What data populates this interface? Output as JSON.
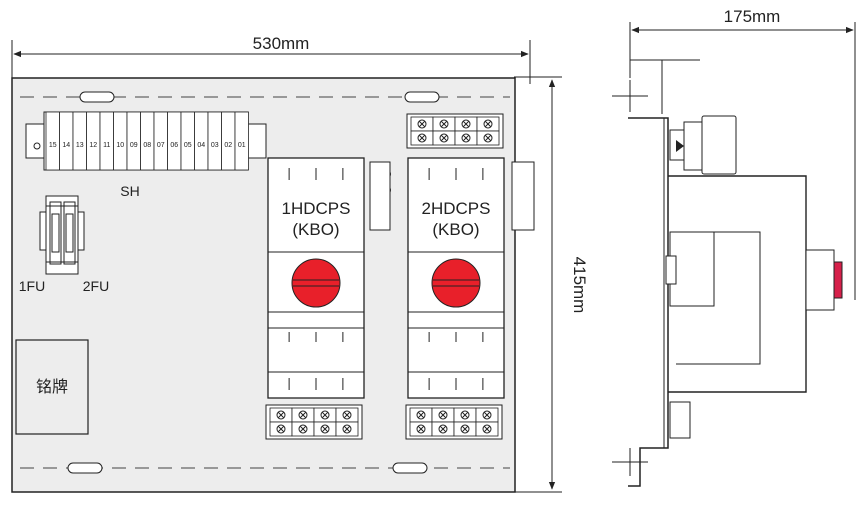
{
  "dimensions": {
    "width_front": "530mm",
    "height": "415mm",
    "depth_side": "175mm"
  },
  "front_view": {
    "terminal_strip_label": "SH",
    "terminal_numbers": [
      "15",
      "14",
      "13",
      "12",
      "11",
      "10",
      "09",
      "08",
      "07",
      "06",
      "05",
      "04",
      "03",
      "02",
      "01"
    ],
    "fuse_labels": [
      "1FU",
      "2FU"
    ],
    "nameplate_label": "铭牌",
    "units": [
      {
        "name": "1HDCPS",
        "sub": "(KBO)",
        "knob_color": "#e8202a"
      },
      {
        "name": "2HDCPS",
        "sub": "(KBO)",
        "knob_color": "#e8202a"
      }
    ]
  },
  "colors": {
    "panel": "#ededed",
    "line": "#222222",
    "knob": "#e8202a",
    "side_button": "#d6204a"
  }
}
